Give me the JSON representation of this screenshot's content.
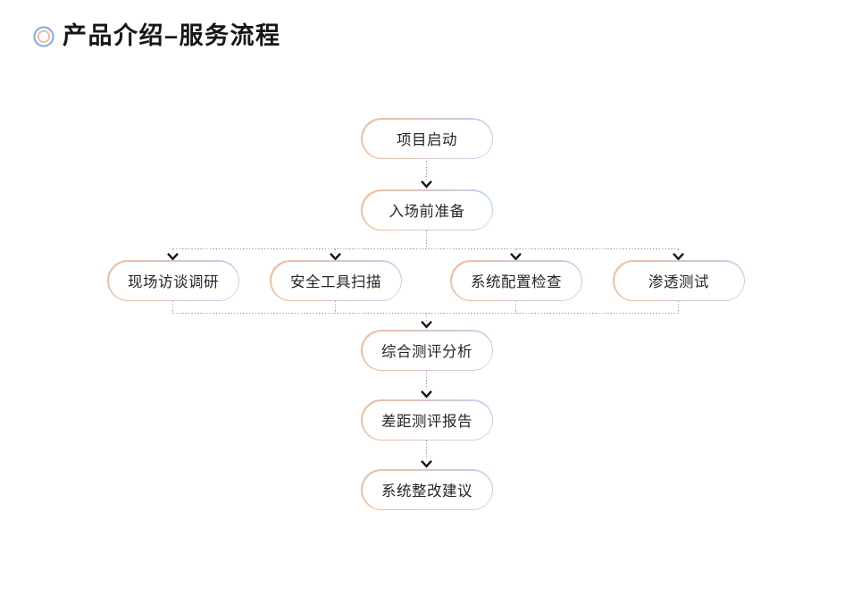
{
  "header": {
    "title": "产品介绍–服务流程",
    "icon": "double-circle-icon"
  },
  "colors": {
    "background": "#ffffff",
    "title_text": "#171717",
    "node_text": "#262626",
    "node_border_left_orange": "#f0be9a",
    "node_border_right_blue": "#bdd2f1",
    "icon_outer_ring_blue": "#8badee",
    "icon_inner_ring_orange": "#f0bf9b",
    "connector_dotted_gray": "#929292",
    "arrow_black": "#141414"
  },
  "flow": {
    "direction": "top-down",
    "nodes": [
      {
        "id": "project-start",
        "label": "项目启动"
      },
      {
        "id": "pre-entry-prep",
        "label": "入场前准备"
      },
      {
        "id": "onsite-interview",
        "label": "现场访谈调研"
      },
      {
        "id": "security-scan",
        "label": "安全工具扫描"
      },
      {
        "id": "config-check",
        "label": "系统配置检查"
      },
      {
        "id": "penetration-test",
        "label": "渗透测试"
      },
      {
        "id": "overall-analysis",
        "label": "综合测评分析"
      },
      {
        "id": "gap-report",
        "label": "差距测评报告"
      },
      {
        "id": "rectify-advice",
        "label": "系统整改建议"
      }
    ],
    "edges": [
      "项目启动→入场前准备",
      "入场前准备→现场访谈调研",
      "入场前准备→安全工具扫描",
      "入场前准备→系统配置检查",
      "入场前准备→渗透测试",
      "现场访谈调研→综合测评分析",
      "安全工具扫描→综合测评分析",
      "系统配置检查→综合测评分析",
      "渗透测试→综合测评分析",
      "综合测评分析→差距测评报告",
      "差距测评报告→系统整改建议"
    ]
  }
}
